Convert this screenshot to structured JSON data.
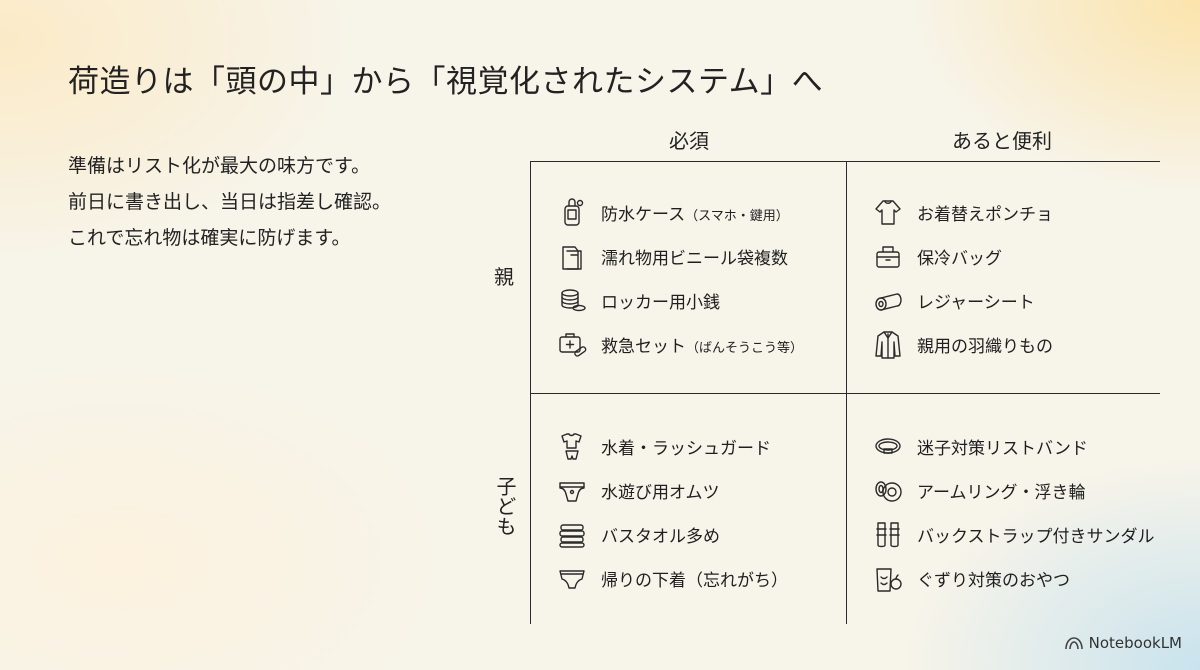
{
  "title": "荷造りは「頭の中」から「視覚化されたシステム」へ",
  "intro": [
    "準備はリスト化が最大の味方です。",
    "前日に書き出し、当日は指差し確認。",
    "これで忘れ物は確実に防げます。"
  ],
  "columns": [
    "必須",
    "あると便利"
  ],
  "rows": [
    "親",
    "子ども"
  ],
  "grid": {
    "parent_required": [
      {
        "label": "防水ケース",
        "note": "（スマホ・鍵用）",
        "icon": "waterproof-case-icon"
      },
      {
        "label": "濡れ物用ビニール袋複数",
        "note": "",
        "icon": "plastic-bag-icon"
      },
      {
        "label": "ロッカー用小銭",
        "note": "",
        "icon": "coins-icon"
      },
      {
        "label": "救急セット",
        "note": "（ばんそうこう等）",
        "icon": "first-aid-icon"
      }
    ],
    "parent_optional": [
      {
        "label": "お着替えポンチョ",
        "note": "",
        "icon": "poncho-icon"
      },
      {
        "label": "保冷バッグ",
        "note": "",
        "icon": "cooler-bag-icon"
      },
      {
        "label": "レジャーシート",
        "note": "",
        "icon": "mat-roll-icon"
      },
      {
        "label": "親用の羽織りもの",
        "note": "",
        "icon": "jacket-icon"
      }
    ],
    "child_required": [
      {
        "label": "水着・ラッシュガード",
        "note": "",
        "icon": "swimsuit-icon"
      },
      {
        "label": "水遊び用オムツ",
        "note": "",
        "icon": "diaper-icon"
      },
      {
        "label": "バスタオル多め",
        "note": "",
        "icon": "towels-icon"
      },
      {
        "label": "帰りの下着（忘れがち）",
        "note": "",
        "icon": "underwear-icon"
      }
    ],
    "child_optional": [
      {
        "label": "迷子対策リストバンド",
        "note": "",
        "icon": "wristband-icon"
      },
      {
        "label": "アームリング・浮き輪",
        "note": "",
        "icon": "float-ring-icon"
      },
      {
        "label": "バックストラップ付きサンダル",
        "note": "",
        "icon": "sandals-icon"
      },
      {
        "label": "ぐずり対策のおやつ",
        "note": "",
        "icon": "snack-icon"
      }
    ]
  },
  "brand": "NotebookLM"
}
